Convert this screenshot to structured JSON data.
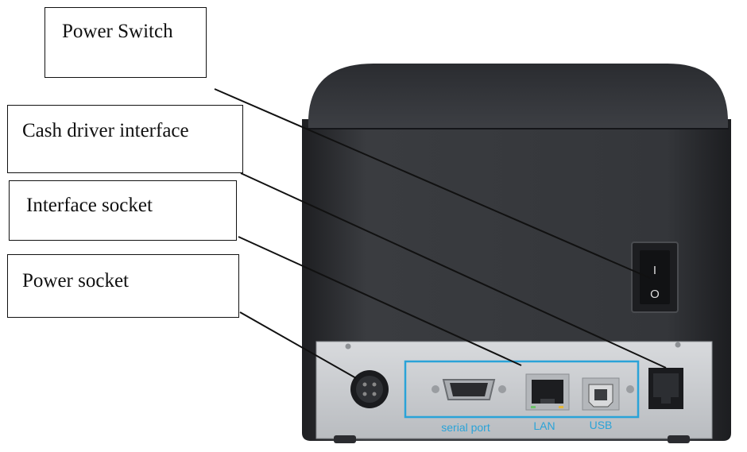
{
  "callouts": {
    "power_switch": "Power Switch",
    "cash_driver_interface": "Cash driver interface",
    "interface_socket": "Interface socket",
    "power_socket": "Power socket"
  },
  "ports": {
    "serial_port": "serial port",
    "lan": "LAN",
    "usb": "USB"
  },
  "switch_marks": {
    "on": "I",
    "off": "O"
  },
  "colors": {
    "printer_body": "#2b2d30",
    "panel": "#c9ccd0",
    "port_highlight": "#2aa3d8",
    "port_label": "#2aa3d8"
  }
}
